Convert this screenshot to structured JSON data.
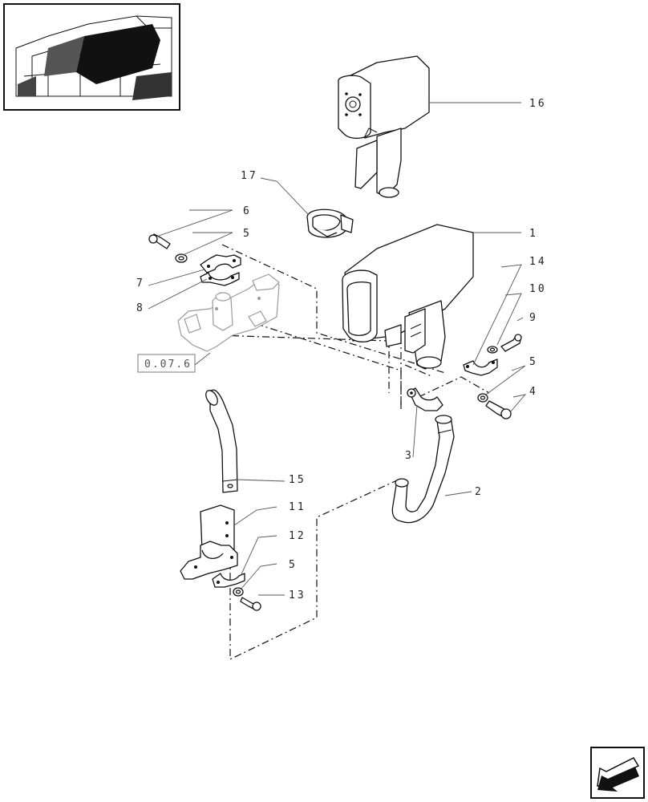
{
  "callouts": {
    "c1": "1",
    "c2": "2",
    "c3": "3",
    "c4": "4",
    "c5a": "5",
    "c5b": "5",
    "c5c": "5",
    "c6": "6",
    "c7": "7",
    "c8": "8",
    "c9": "9",
    "c10": "10",
    "c11": "11",
    "c12": "12",
    "c13": "13",
    "c14": "14",
    "c15": "15",
    "c16": "16",
    "c17": "17"
  },
  "reference_box": {
    "label": "0.07.6"
  },
  "nav_icon": {
    "name": "next-page-arrow-icon"
  }
}
